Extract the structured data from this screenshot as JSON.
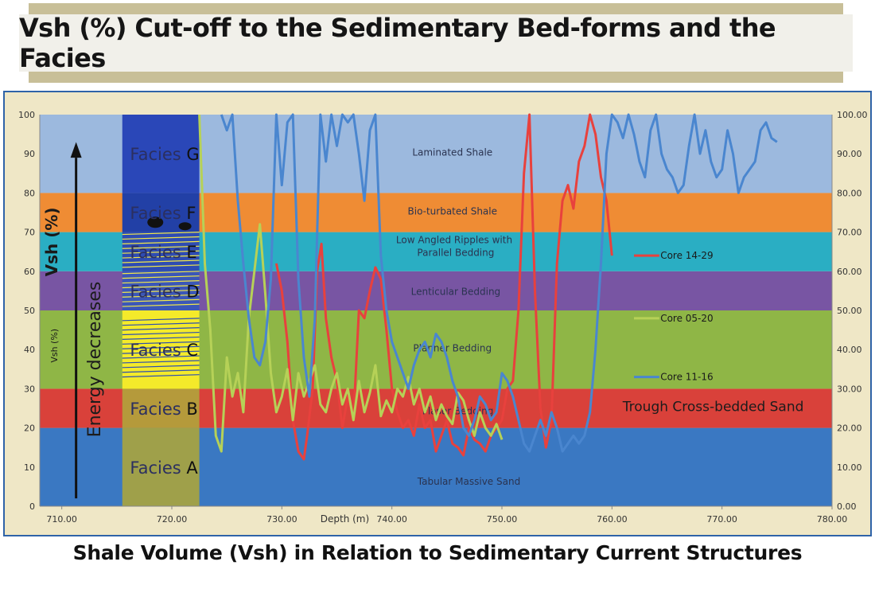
{
  "header": {
    "title": "Vsh (%) Cut-off to the Sedimentary Bed-forms and the Facies"
  },
  "footer": {
    "caption": "Shale Volume (Vsh) in Relation to Sedimentary Current Structures"
  },
  "chart_data": {
    "type": "line",
    "title": "",
    "xlabel": "Depth (m)",
    "ylabel": "Vsh (%)",
    "xlim": [
      708,
      780
    ],
    "ylim": [
      0,
      100
    ],
    "x_ticks": [
      "710.00",
      "720.00",
      "730.00",
      "740.00",
      "750.00",
      "760.00",
      "770.00",
      "780.00"
    ],
    "y_ticks_left": [
      "0",
      "10",
      "20",
      "30",
      "40",
      "50",
      "60",
      "70",
      "80",
      "90",
      "100"
    ],
    "y_ticks_right": [
      "0.00",
      "10.00",
      "20.00",
      "30.00",
      "40.00",
      "50.00",
      "60.00",
      "70.00",
      "80.00",
      "90.00",
      "100.00"
    ],
    "grid": false,
    "legend_position": "right",
    "bands": [
      {
        "from": 0,
        "to": 20,
        "color": "#3a78c2",
        "label": "Tabular Massive Sand",
        "facies": "Facies A"
      },
      {
        "from": 20,
        "to": 30,
        "color": "#d9413a",
        "label": "Flaser Bedding",
        "facies": "Facies B"
      },
      {
        "from": 30,
        "to": 50,
        "color": "#8fb646",
        "label": "Planner Bedding",
        "facies": "Facies C"
      },
      {
        "from": 50,
        "to": 60,
        "color": "#7855a3",
        "label": "Lenticular Bedding",
        "facies": "Facies D"
      },
      {
        "from": 60,
        "to": 70,
        "color": "#2aaec3",
        "label": "Low Angled Ripples with Parallel Bedding",
        "facies": "Facies E"
      },
      {
        "from": 70,
        "to": 80,
        "color": "#ef8c34",
        "label": "Bio-turbated Shale",
        "facies": "Facies F"
      },
      {
        "from": 80,
        "to": 100,
        "color": "#9cb9de",
        "label": "Laminated Shale",
        "facies": "Facies G"
      }
    ],
    "annotations": {
      "energy": "Energy decreases",
      "vsh_big": "Vsh (%)",
      "vsh_small": "Vsh (%)",
      "trough": "Trough Cross-bedded Sand"
    },
    "series": [
      {
        "name": "Core 14-29",
        "color": "#e8413d",
        "x": [
          729.5,
          730.0,
          730.5,
          731.0,
          731.5,
          732.0,
          732.3,
          732.8,
          733.2,
          733.6,
          734.0,
          734.5,
          735.0,
          735.5,
          736.0,
          736.5,
          737.0,
          737.5,
          738.0,
          738.5,
          739.0,
          739.5,
          740.0,
          740.5,
          741.0,
          741.5,
          742.0,
          742.5,
          743.0,
          743.5,
          744.0,
          744.5,
          745.0,
          745.5,
          746.0,
          746.5,
          747.0,
          747.5,
          748.0,
          748.5,
          749.0,
          749.5,
          750.0,
          750.5,
          751.0,
          751.5,
          752.0,
          752.5,
          753.0,
          753.5,
          754.0,
          754.5,
          755.0,
          755.5,
          756.0,
          756.5,
          757.0,
          757.5,
          758.0,
          758.5,
          759.0,
          759.5,
          760.0
        ],
        "y": [
          62,
          55,
          42,
          22,
          14,
          12,
          18,
          30,
          60,
          67,
          48,
          38,
          32,
          20,
          28,
          22,
          50,
          48,
          55,
          61,
          58,
          45,
          30,
          24,
          20,
          22,
          18,
          26,
          20,
          22,
          14,
          18,
          22,
          16,
          15,
          13,
          20,
          17,
          16,
          14,
          18,
          20,
          22,
          30,
          32,
          50,
          85,
          100,
          55,
          25,
          15,
          22,
          62,
          78,
          82,
          76,
          88,
          92,
          100,
          95,
          84,
          78,
          64
        ]
      },
      {
        "name": "Core 05-20",
        "color": "#b6d157",
        "x": [
          722.5,
          723.0,
          723.5,
          724.0,
          724.5,
          725.0,
          725.5,
          726.0,
          726.5,
          727.0,
          727.5,
          728.0,
          728.5,
          729.0,
          729.5,
          730.0,
          730.5,
          731.0,
          731.5,
          732.0,
          732.5,
          733.0,
          733.5,
          734.0,
          734.5,
          735.0,
          735.5,
          736.0,
          736.5,
          737.0,
          737.5,
          738.0,
          738.5,
          739.0,
          739.5,
          740.0,
          740.5,
          741.0,
          741.5,
          742.0,
          742.5,
          743.0,
          743.5,
          744.0,
          744.5,
          745.0,
          745.5,
          746.0,
          746.5,
          747.0,
          747.5,
          748.0,
          748.5,
          749.0,
          749.5,
          750.0
        ],
        "y": [
          100,
          62,
          45,
          18,
          14,
          38,
          28,
          34,
          24,
          48,
          60,
          72,
          54,
          34,
          24,
          28,
          35,
          22,
          34,
          28,
          32,
          36,
          26,
          24,
          30,
          34,
          26,
          30,
          22,
          32,
          24,
          29,
          36,
          23,
          27,
          24,
          30,
          28,
          33,
          26,
          30,
          24,
          28,
          22,
          26,
          23,
          21,
          29,
          27,
          22,
          18,
          24,
          20,
          18,
          21,
          17
        ]
      },
      {
        "name": "Core 11-16",
        "color": "#4a86cf",
        "x": [
          724.5,
          725.0,
          725.5,
          726.0,
          726.5,
          727.0,
          727.5,
          728.0,
          728.5,
          729.0,
          729.5,
          730.0,
          730.5,
          731.0,
          731.5,
          732.0,
          732.5,
          733.0,
          733.5,
          734.0,
          734.5,
          735.0,
          735.5,
          736.0,
          736.5,
          737.0,
          737.5,
          738.0,
          738.5,
          739.0,
          739.5,
          740.0,
          740.5,
          741.0,
          741.5,
          742.0,
          742.5,
          743.0,
          743.5,
          744.0,
          744.5,
          745.0,
          745.5,
          746.0,
          746.5,
          747.0,
          747.5,
          748.0,
          748.5,
          749.0,
          749.5,
          750.0,
          750.5,
          751.0,
          751.5,
          752.0,
          752.5,
          753.0,
          753.5,
          754.0,
          754.5,
          755.0,
          755.5,
          756.0,
          756.5,
          757.0,
          757.5,
          758.0,
          758.5,
          759.0,
          759.5,
          760.0,
          760.5,
          761.0,
          761.5,
          762.0,
          762.5,
          763.0,
          763.5,
          764.0,
          764.5,
          765.0,
          765.5,
          766.0,
          766.5,
          767.0,
          767.5,
          768.0,
          768.5,
          769.0,
          769.5,
          770.0,
          770.5,
          771.0,
          771.5,
          772.0,
          772.5,
          773.0,
          773.5,
          774.0,
          774.5,
          775.0
        ],
        "y": [
          100,
          96,
          100,
          78,
          62,
          48,
          38,
          36,
          42,
          58,
          100,
          82,
          98,
          100,
          58,
          38,
          28,
          48,
          100,
          88,
          100,
          92,
          100,
          98,
          100,
          90,
          78,
          96,
          100,
          64,
          50,
          42,
          38,
          34,
          30,
          36,
          40,
          42,
          38,
          44,
          42,
          38,
          32,
          28,
          20,
          18,
          22,
          28,
          26,
          22,
          24,
          34,
          32,
          28,
          22,
          16,
          14,
          18,
          22,
          18,
          24,
          20,
          14,
          16,
          18,
          16,
          18,
          24,
          40,
          62,
          90,
          100,
          98,
          94,
          100,
          95,
          88,
          84,
          96,
          100,
          90,
          86,
          84,
          80,
          82,
          92,
          100,
          90,
          96,
          88,
          84,
          86,
          96,
          90,
          80,
          84,
          86,
          88,
          96,
          98,
          94,
          93
        ]
      }
    ]
  }
}
